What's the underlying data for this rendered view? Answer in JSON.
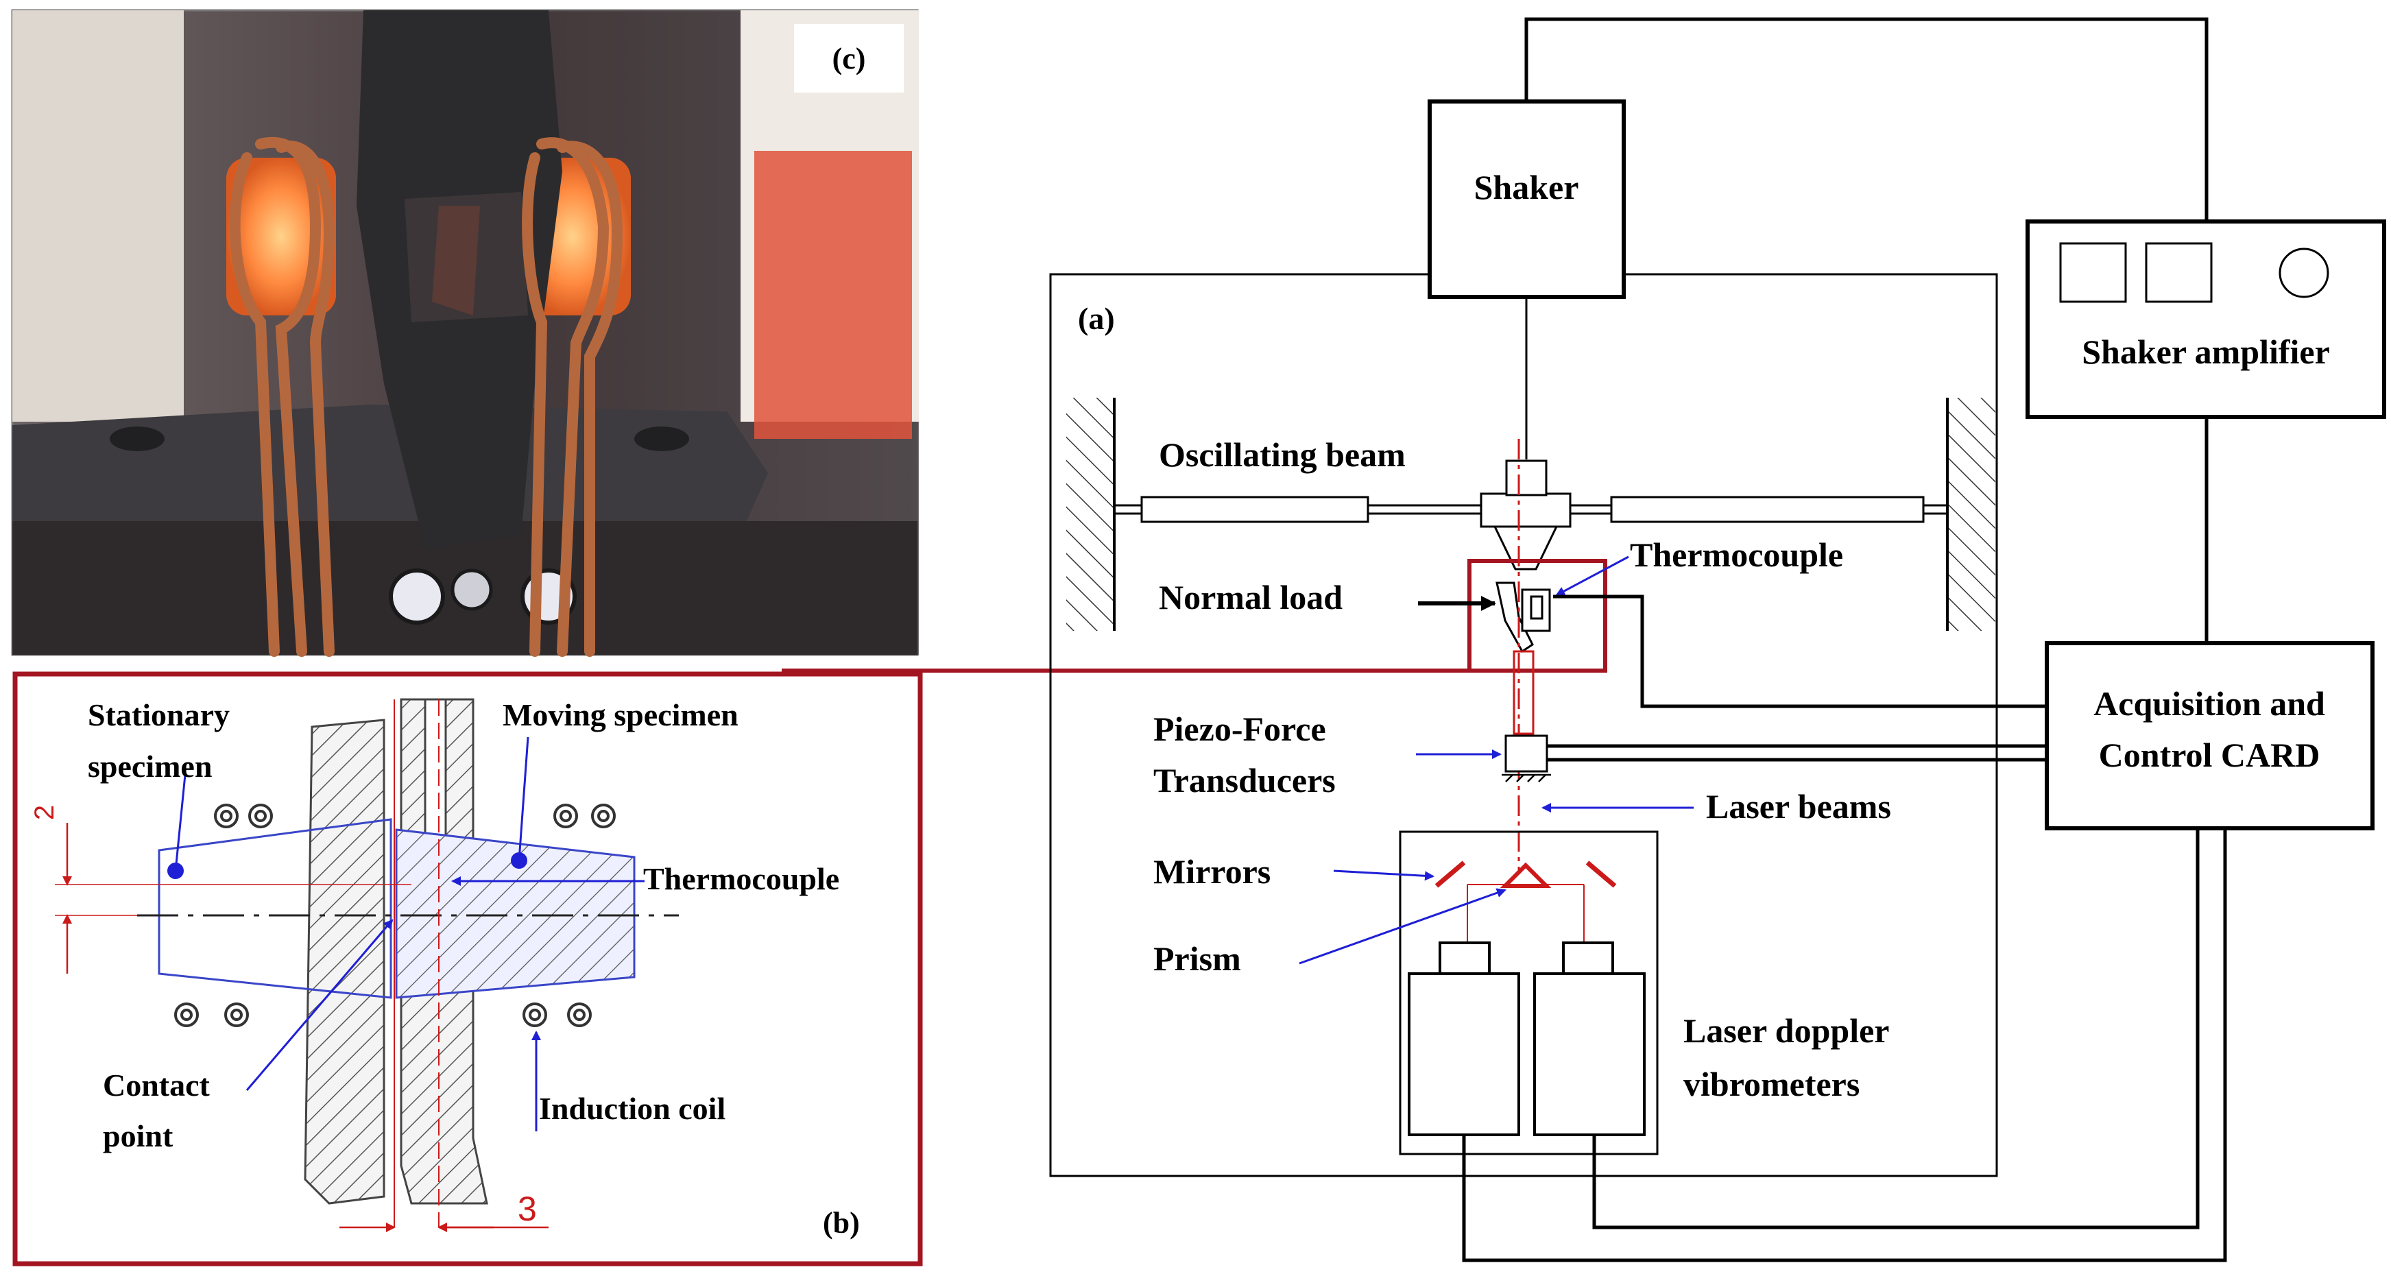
{
  "panels": {
    "photo_label": "(c)",
    "detail_label": "(b)",
    "setup_label": "(a)"
  },
  "setup": {
    "shaker": "Shaker",
    "shaker_amplifier": "Shaker amplifier",
    "oscillating_beam": "Oscillating  beam",
    "thermocouple": "Thermocouple",
    "normal_load": "Normal  load",
    "piezo_force_line1": "Piezo-Force",
    "piezo_force_line2": "Transducers",
    "laser_beams": "Laser beams",
    "mirrors": "Mirrors",
    "prism": "Prism",
    "laser_doppler_line1": "Laser doppler",
    "laser_doppler_line2": "vibrometers",
    "acq_line1": "Acquisition  and",
    "acq_line2": "Control CARD"
  },
  "detail": {
    "stationary_line1": "Stationary",
    "stationary_line2": "specimen",
    "moving_specimen": "Moving  specimen",
    "thermocouple": "Thermocouple",
    "contact_line1": "Contact",
    "contact_line2": "point",
    "induction_coil": "Induction  coil",
    "dim_vertical": "2",
    "dim_horizontal": "3"
  },
  "colors": {
    "frame_red": "#a31621",
    "arrow_blue": "#1f1fd6",
    "laser_red": "#cc1a1a",
    "copper": "#b5683e"
  }
}
